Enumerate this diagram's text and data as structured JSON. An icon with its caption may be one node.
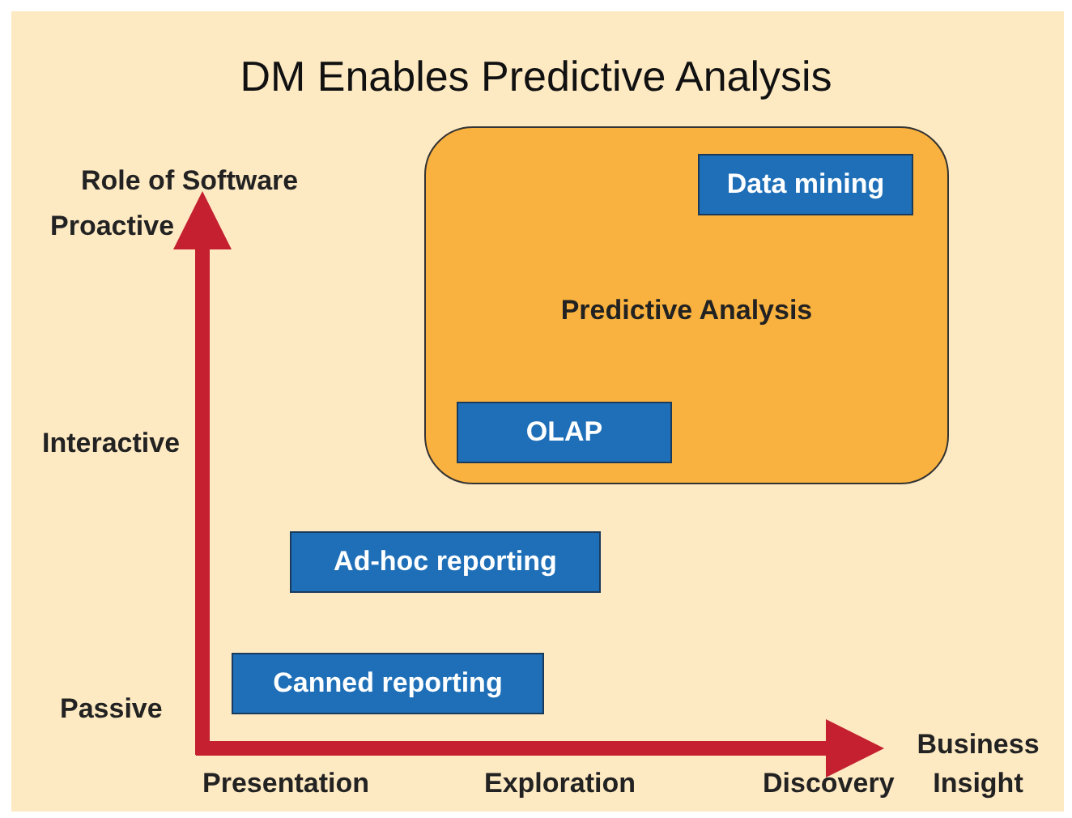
{
  "diagram": {
    "title": "DM Enables Predictive Analysis",
    "nodes": [
      {
        "text": [
          "Predictive Analysis"
        ]
      },
      {
        "text": [
          "Data mining"
        ],
        "in": 0
      },
      {
        "text": [
          "OLAP"
        ],
        "in": 0
      },
      {
        "text": [
          "Ad-hoc reporting"
        ]
      },
      {
        "text": [
          "Canned reporting"
        ]
      }
    ],
    "labels": [
      "Role of Software",
      "Proactive",
      "Interactive",
      "Passive",
      "Presentation",
      "Exploration",
      "Discovery",
      "Business Insight"
    ]
  }
}
